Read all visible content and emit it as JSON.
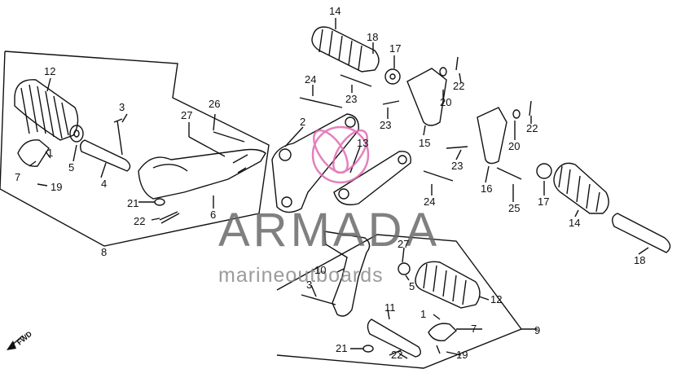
{
  "watermark": {
    "brand": "ARMADA",
    "tagline": "marineoutboards",
    "logo_color": "#e06bb0"
  },
  "direction_label": "FWD",
  "labels": {
    "l1": "1",
    "l1b": "1",
    "l2": "2",
    "l3": "3",
    "l3b": "3",
    "l4": "4",
    "l5": "5",
    "l5b": "5",
    "l6": "6",
    "l7": "7",
    "l7b": "7",
    "l8": "8",
    "l9": "9",
    "l10": "10",
    "l11": "11",
    "l12": "12",
    "l12b": "12",
    "l13": "13",
    "l14": "14",
    "l14b": "14",
    "l15": "15",
    "l16": "16",
    "l17": "17",
    "l17b": "17",
    "l18": "18",
    "l18b": "18",
    "l19": "19",
    "l19b": "19",
    "l20": "20",
    "l20b": "20",
    "l21": "21",
    "l21b": "21",
    "l22": "22",
    "l22b": "22",
    "l22c": "22",
    "l22d": "22",
    "l23": "23",
    "l23b": "23",
    "l23c": "23",
    "l24": "24",
    "l24b": "24",
    "l25": "25",
    "l26": "26",
    "l27": "27",
    "l27b": "27"
  }
}
